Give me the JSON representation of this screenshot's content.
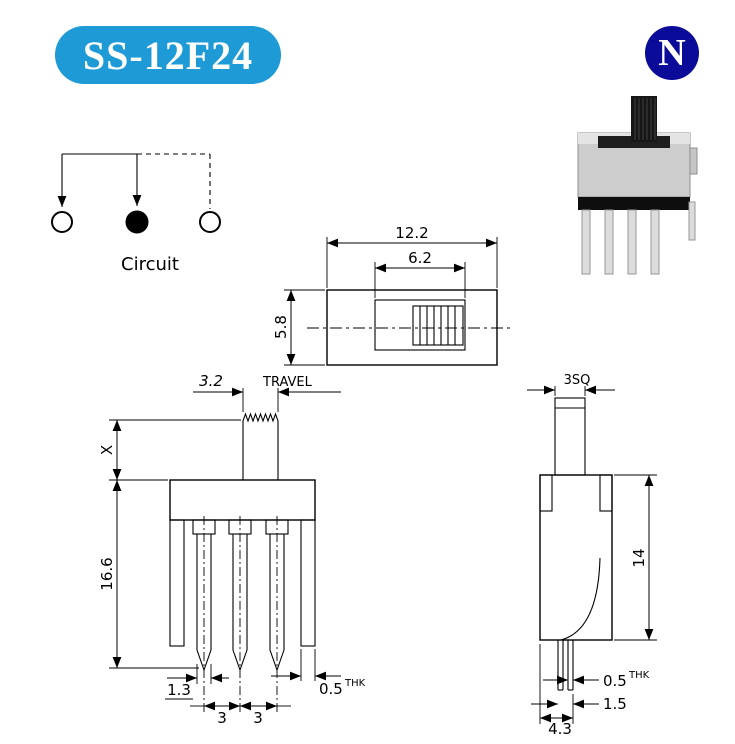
{
  "header": {
    "model": "SS-12F24",
    "logo_letter": "N"
  },
  "colors": {
    "accent_blue": "#1e9ad6",
    "logo_navy": "#0b0b99"
  },
  "circuit": {
    "label": "Circuit"
  },
  "top_view": {
    "dim_width": "12.2",
    "dim_slot": "6.2",
    "dim_height": "5.8"
  },
  "front_view": {
    "travel_value": "3.2",
    "travel_label": "TRAVEL",
    "dim_x": "X",
    "dim_height": "16.6",
    "dim_pin_width": "1.3",
    "dim_pitch_left": "3",
    "dim_pitch_right": "3",
    "dim_thk_value": "0.5",
    "thk_label": "THK"
  },
  "side_view": {
    "dim_knob_sq": "3SQ",
    "dim_height": "14",
    "dim_thk_value": "0.5",
    "thk_label": "THK",
    "dim_pin_gap": "1.5",
    "dim_width": "4.3"
  }
}
